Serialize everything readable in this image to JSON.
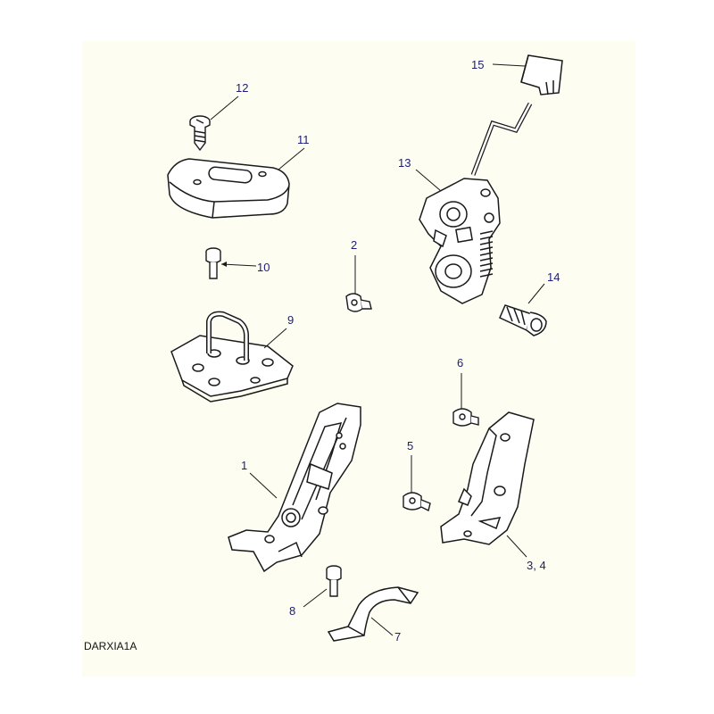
{
  "diagram": {
    "code": "DARXIA1A",
    "callouts": {
      "c1": "1",
      "c2": "2",
      "c34": "3, 4",
      "c5": "5",
      "c6": "6",
      "c7": "7",
      "c8": "8",
      "c9": "9",
      "c10": "10",
      "c11": "11",
      "c12": "12",
      "c13": "13",
      "c14": "14",
      "c15": "15"
    }
  },
  "colors": {
    "background": "#ffffff",
    "panel": "#fdfdf2",
    "line": "#1a1a1a",
    "callout_text": "#1c1c7a",
    "code_text": "#111111"
  }
}
